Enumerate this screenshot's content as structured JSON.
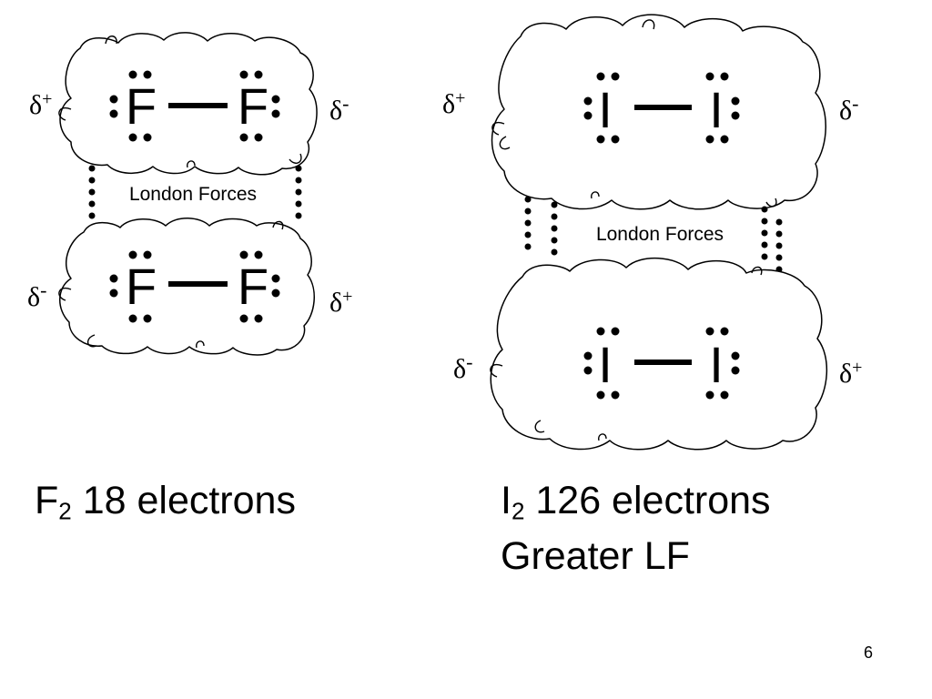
{
  "left_panel": {
    "molecule_top": {
      "atom_a": "F",
      "atom_b": "F",
      "charge_left": "+",
      "charge_right": "-"
    },
    "molecule_bottom": {
      "atom_a": "F",
      "atom_b": "F",
      "charge_left": "-",
      "charge_right": "+"
    },
    "force_label": "London Forces",
    "caption": {
      "symbol": "F",
      "subscript": "2",
      "text": " 18 electrons"
    }
  },
  "right_panel": {
    "molecule_top": {
      "atom_a": "I",
      "atom_b": "I",
      "charge_left": "+",
      "charge_right": "-"
    },
    "molecule_bottom": {
      "atom_a": "I",
      "atom_b": "I",
      "charge_left": "-",
      "charge_right": "+"
    },
    "force_label": "London Forces",
    "caption": {
      "symbol": "I",
      "subscript": "2",
      "text": " 126 electrons",
      "line2": "Greater LF"
    }
  },
  "delta_symbol": "δ",
  "page_number": "6"
}
